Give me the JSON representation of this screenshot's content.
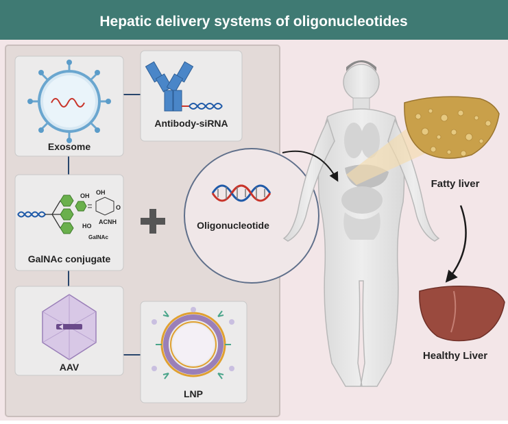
{
  "header": {
    "title": "Hepatic delivery systems of oligonucleotides"
  },
  "delivery_systems": [
    {
      "label": "Exosome"
    },
    {
      "label": "Antibody-siRNA"
    },
    {
      "label": "GalNAc conjugate"
    },
    {
      "label": "AAV"
    },
    {
      "label": "LNP"
    }
  ],
  "galnac_structure": {
    "oh_1": "OH",
    "oh_2": "OH",
    "oh_3": "HO",
    "acnh": "ACNH",
    "o_ring": "O",
    "name": "GalNAc"
  },
  "payload": {
    "label": "Oligonucleotide",
    "plus": "+"
  },
  "liver_states": {
    "fatty": "Fatty liver",
    "healthy": "Healthy Liver"
  },
  "colors": {
    "header_bg": "#3f7a73",
    "background": "#f3e6e8",
    "panel_bg": "#e3dad8",
    "box_bg": "#ecebeb",
    "dna_blue": "#1f5aa8",
    "dna_red": "#c8342a",
    "galnac_green": "#6ab04c",
    "antibody_blue": "#4a86c8",
    "fatty_liver": "#c9a04a",
    "healthy_liver": "#9a4a3e"
  }
}
